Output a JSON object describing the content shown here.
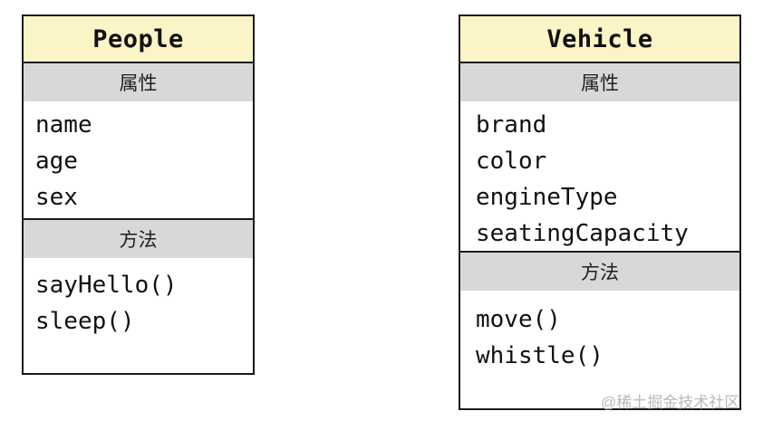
{
  "diagram": {
    "type": "uml-class-diagram",
    "colors": {
      "title_bg": "#faf4c6",
      "section_header_bg": "#d8d8d8",
      "border": "#1a1a1a",
      "text": "#111111",
      "watermark": "#b9b9b9"
    }
  },
  "classes": [
    {
      "name": "People",
      "attributes_label": "属性",
      "methods_label": "方法",
      "attributes": [
        "name",
        "age",
        "sex"
      ],
      "methods": [
        "sayHello()",
        "sleep()"
      ]
    },
    {
      "name": "Vehicle",
      "attributes_label": "属性",
      "methods_label": "方法",
      "attributes": [
        "brand",
        "color",
        "engineType",
        "seatingCapacity"
      ],
      "methods": [
        "move()",
        "whistle()"
      ]
    }
  ],
  "watermark": {
    "text": "@稀土掘金技术社区"
  }
}
